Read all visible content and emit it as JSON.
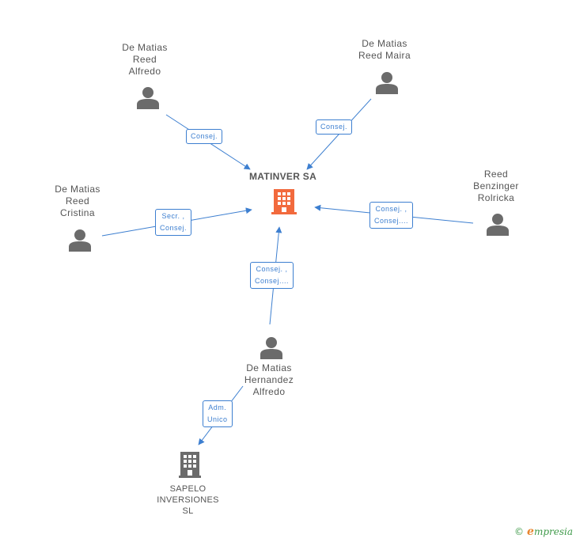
{
  "center": {
    "title": "MATINVER SA",
    "color": "#f26a3d"
  },
  "people": [
    {
      "id": "alfredo",
      "label": "De Matias\nReed\nAlfredo"
    },
    {
      "id": "maira",
      "label": "De Matias\nReed Maira"
    },
    {
      "id": "cristina",
      "label": "De Matias\nReed\nCristina"
    },
    {
      "id": "rolricka",
      "label": "Reed\nBenzinger\nRolricka"
    },
    {
      "id": "hernandez",
      "label": "De Matias\nHernandez\nAlfredo"
    }
  ],
  "company": {
    "label": "SAPELO\nINVERSIONES\nSL",
    "color": "#6b6b6b"
  },
  "edges": [
    {
      "id": "alfredo",
      "label": "Consej."
    },
    {
      "id": "maira",
      "label": "Consej."
    },
    {
      "id": "cristina",
      "label": "Secr. ,\nConsej."
    },
    {
      "id": "rolricka",
      "label": "Consej. ,\nConsej...."
    },
    {
      "id": "hernandez",
      "label": "Consej. ,\nConsej...."
    },
    {
      "id": "sapelo",
      "label": "Adm.\nUnico"
    }
  ],
  "colors": {
    "edge": "#3d7fd0",
    "person": "#6b6b6b",
    "brand_green": "#3f9a4a",
    "brand_orange": "#e8852f"
  },
  "brand": {
    "copyright": "©",
    "e": "e",
    "rest": "mpresia"
  }
}
